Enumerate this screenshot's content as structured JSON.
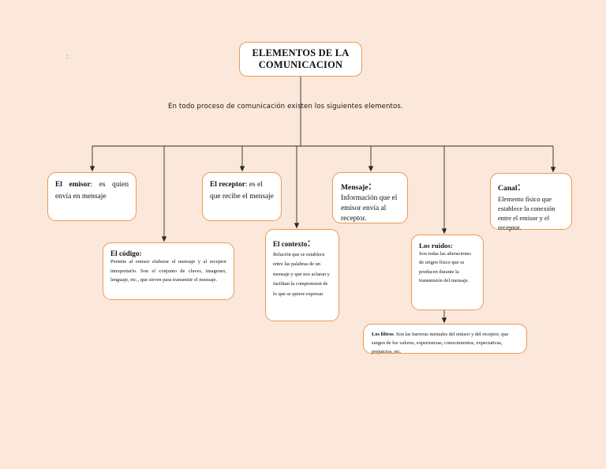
{
  "page": {
    "background_color": "#fbe8da",
    "node_border_color": "#eb9a55",
    "node_fill_color": "#ffffff",
    "connector_color": "#2b2b2b",
    "stray_mark": ":"
  },
  "root": {
    "title_line1": "ELEMENTOS DE LA",
    "title_line2": "COMUNICACION"
  },
  "lead_text": "En todo proceso de comunicación existen los siguientes elementos.",
  "nodes": {
    "emisor": {
      "title": "El   emisor",
      "sep": ":",
      "body": " es quien   envía en mensaje"
    },
    "receptor": {
      "title": "El receptor",
      "sep": ":",
      "body": " es el que recibe el mensaje"
    },
    "mensaje": {
      "title": "Mensaje",
      "sep": ":",
      "body": "Información que el emisor envía al receptor."
    },
    "canal": {
      "title": "Canal",
      "sep": ":",
      "body": "Elemento físico que establece la conexión entre el emisor y el receptor."
    },
    "codigo": {
      "title": "El código:",
      "body": "Permite al emisor elaborar el mensaje y al receptor interpretarlo. Son  el conjunto de claves, imagenes, lenguaje, etc., que sirven para transmitir el mensaje."
    },
    "contexto": {
      "title": "El contexto",
      "sep": ":",
      "body": "Relación que se establece entre las palabras de un mensaje y que nos aclaran y facilitan la comprension de lo que se quiere expresar"
    },
    "ruidos": {
      "title": "Los ruidos:",
      "body": "Son todas las alteraciones de origen físico que se producen durante la transmisión del mensaje."
    },
    "filtros": {
      "title": "Los filtros",
      "body": ". Son las barreras mentales del emisor y del receptor, que surgen de los valores, experiencias, conocimientos, expectativas, prejuicios, etc."
    }
  }
}
